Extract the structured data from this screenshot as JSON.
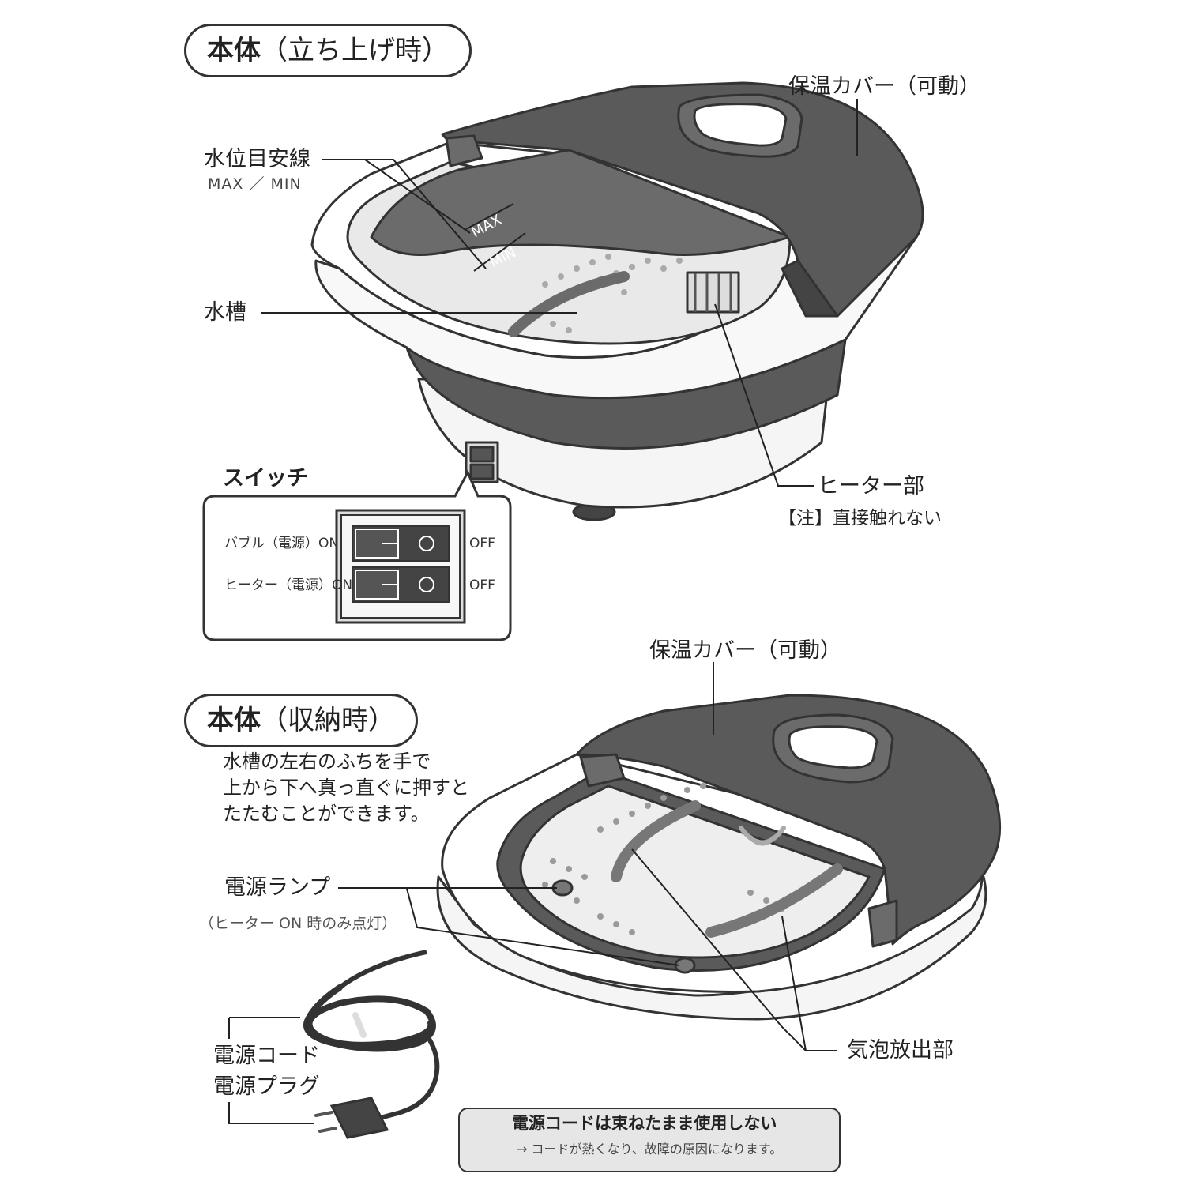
{
  "upright": {
    "title": "本体",
    "title_paren": "（立ち上げ時）",
    "cover_label": "保温カバー（可動）",
    "water_line_label": "水位目安線",
    "water_line_sub": "MAX ／ MIN",
    "max_mark": "MAX",
    "min_mark": "MIN",
    "tank_label": "水槽",
    "switch_label": "スイッチ",
    "switch_rows": [
      {
        "left": "バブル（電源）ON",
        "right": "OFF"
      },
      {
        "left": "ヒーター（電源）ON",
        "right": "OFF"
      }
    ],
    "heater_label": "ヒーター部",
    "heater_note": "【注】直接触れない"
  },
  "folded": {
    "title": "本体",
    "title_paren": "（収納時）",
    "cover_label": "保温カバー（可動）",
    "instruction_lines": [
      "水槽の左右のふちを手で",
      "上から下へ真っ直ぐに押すと",
      "たたむことができます。"
    ],
    "lamp_label": "電源ランプ",
    "lamp_note": "（ヒーター ON 時のみ点灯）",
    "bubble_label": "気泡放出部",
    "cord_label": "電源コード",
    "plug_label": "電源プラグ"
  },
  "warning": {
    "icon": "warning-triangle-icon",
    "title": "電源コードは束ねたまま使用しない",
    "detail": "→ コードが熱くなり、故障の原因になります。"
  },
  "colors": {
    "dark_gray": "#5a5a5a",
    "mid_gray": "#8a8a8a",
    "light_gray": "#e9e9e9",
    "outline": "#333333",
    "warning_bg": "#e6e6e6"
  }
}
